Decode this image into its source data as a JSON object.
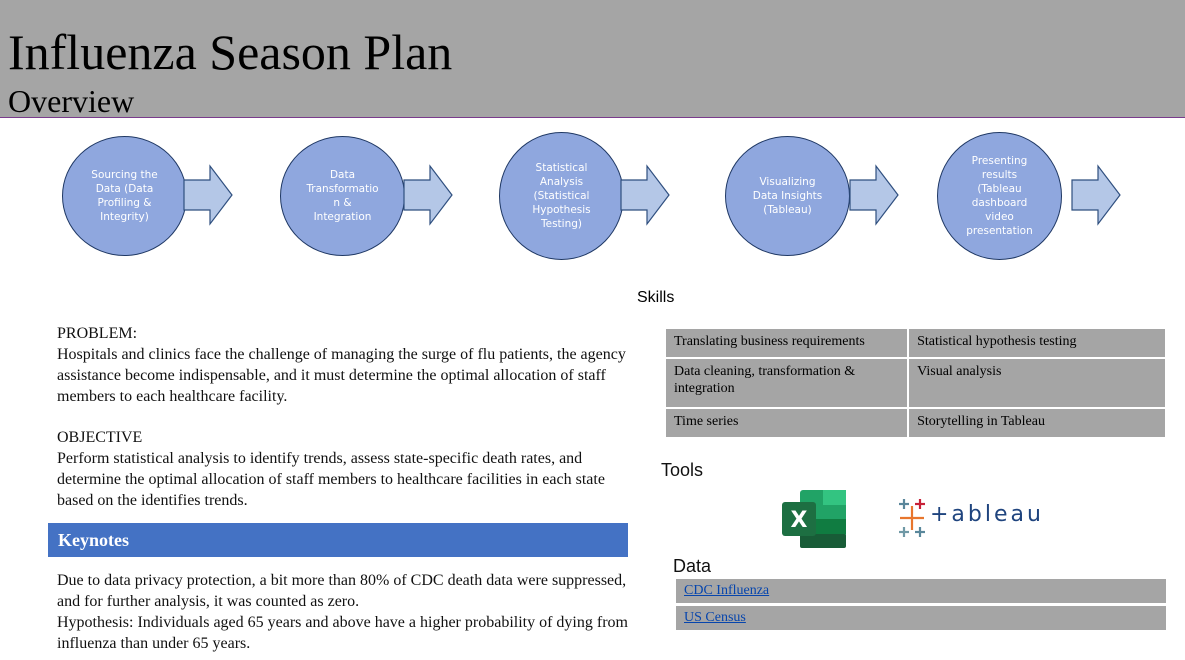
{
  "header": {
    "title": "Influenza Season Plan",
    "subtitle": "Overview"
  },
  "process_steps": [
    {
      "label": "Sourcing the\nData (Data\nProfiling &\nIntegrity)"
    },
    {
      "label": "Data\nTransformatio\nn &\nIntegration"
    },
    {
      "label": "Statistical\nAnalysis\n(Statistical\nHypothesis\nTesting)"
    },
    {
      "label": "Visualizing\nData Insights\n(Tableau)"
    },
    {
      "label": "Presenting\nresults\n(Tableau\ndashboard\nvideo\npresentation"
    }
  ],
  "problem": {
    "heading": "PROBLEM:",
    "text": "Hospitals and clinics face the challenge of managing the surge of flu patients, the agency assistance become indispensable, and it must determine the optimal allocation of staff members to each healthcare facility."
  },
  "objective": {
    "heading": "OBJECTIVE",
    "text": "Perform statistical analysis to identify trends, assess state-specific death rates, and determine the optimal allocation of staff members to healthcare facilities in each state based on the identifies trends."
  },
  "keynotes": {
    "heading": "Keynotes",
    "line1": "Due to data privacy protection,  a bit more than 80% of CDC death data were suppressed, and for further analysis, it was counted as zero.",
    "line2": "Hypothesis: Individuals aged 65 years and above have a higher probability of dying from influenza than under 65 years."
  },
  "skills": {
    "heading": "Skills",
    "rows": [
      [
        "Translating business requirements",
        "Statistical hypothesis testing"
      ],
      [
        "Data cleaning, transformation & integration",
        "Visual analysis"
      ],
      [
        "Time series",
        "Storytelling in Tableau"
      ]
    ]
  },
  "tools": {
    "heading": "Tools",
    "items": [
      {
        "name": "excel-icon",
        "glyph": "X"
      },
      {
        "name": "tableau-logo",
        "wordmark": "+ableau"
      }
    ]
  },
  "data_sources": {
    "heading": "Data",
    "links": [
      "CDC Influenza",
      "US Census"
    ]
  },
  "colors": {
    "header_bg": "#a5a5a5",
    "step_fill": "#8fa7de",
    "keynotes_bar": "#4472c4",
    "excel_green": "#1d6f42",
    "link": "#0645ad"
  }
}
